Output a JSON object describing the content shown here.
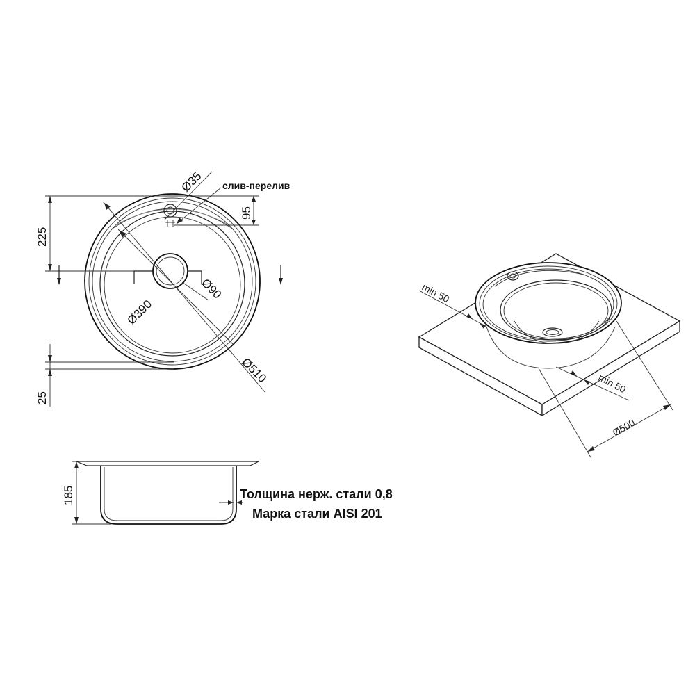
{
  "plan_view": {
    "dia_overflow": "Ø35",
    "overflow_label": "слив-перелив",
    "dim_95": "95",
    "dim_225": "225",
    "dia_drain": "Ø90",
    "dia_bowl": "Ø390",
    "dia_outer": "Ø510",
    "dim_25": "25"
  },
  "section_view": {
    "dim_depth": "185",
    "note_thickness": "Толщина нерж. стали 0,8",
    "note_grade": "Марка стали AISI 201"
  },
  "install_view": {
    "min_50_a": "min 50",
    "min_50_b": "min 50",
    "dia_cutout": "Ø500"
  }
}
